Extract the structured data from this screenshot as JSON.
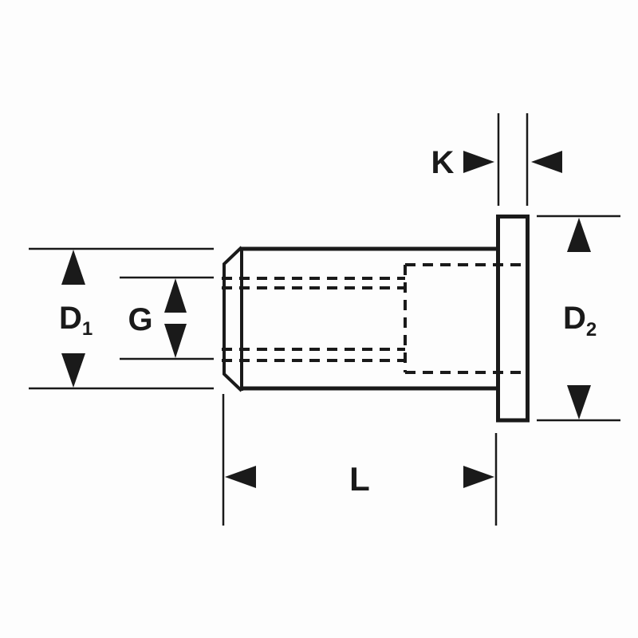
{
  "labels": {
    "k": "K",
    "d1_main": "D",
    "d1_sub": "1",
    "g": "G",
    "d2_main": "D",
    "d2_sub": "2",
    "l": "L"
  },
  "colors": {
    "ink": "#1a1a1a",
    "background": "#fdfdfd"
  }
}
